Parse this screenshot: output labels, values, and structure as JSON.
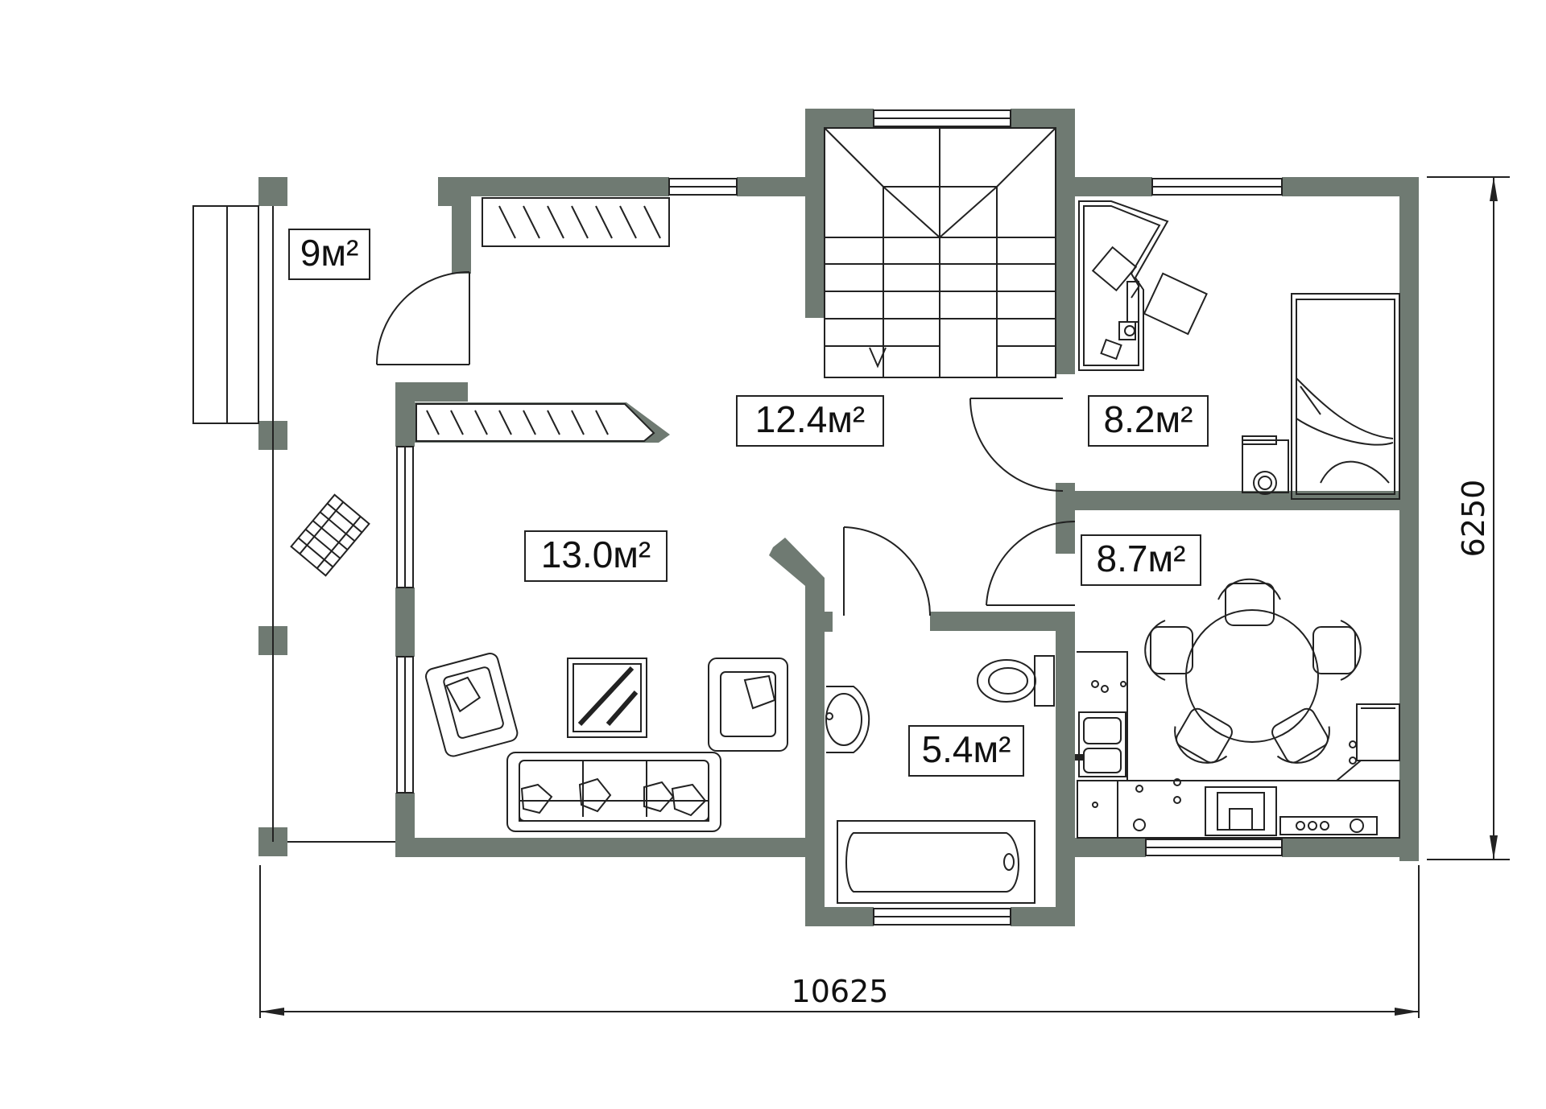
{
  "colors": {
    "wall": "#6f7a72",
    "line": "#222222",
    "background": "#ffffff"
  },
  "rooms": [
    {
      "id": "terrace",
      "area": "9м²"
    },
    {
      "id": "hall",
      "area": "12.4м²"
    },
    {
      "id": "bedroom",
      "area": "8.2м²"
    },
    {
      "id": "living",
      "area": "13.0м²"
    },
    {
      "id": "kitchen",
      "area": "8.7м²"
    },
    {
      "id": "bathroom",
      "area": "5.4м²"
    }
  ],
  "dimensions": {
    "width": "10625",
    "height": "6250"
  },
  "icons": [
    "staircase-icon",
    "sofa-icon",
    "armchair-icon",
    "coffee-table-icon",
    "desk-icon",
    "office-chair-icon",
    "bed-icon",
    "nightstand-icon",
    "dining-table-icon",
    "chair-icon",
    "toilet-icon",
    "sink-icon",
    "bathtub-icon",
    "kitchen-sink-icon",
    "stove-icon",
    "wardrobe-icon",
    "deck-chair-icon",
    "door-icon",
    "window-icon"
  ]
}
